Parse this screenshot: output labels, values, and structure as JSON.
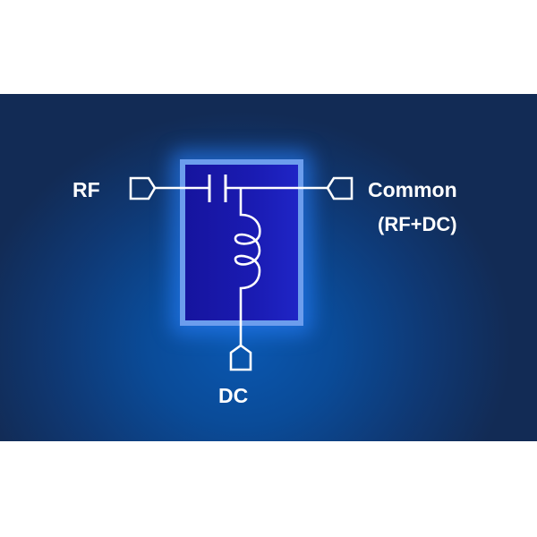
{
  "diagram": {
    "type": "bias-tee schematic",
    "colors": {
      "background_center": "#0a57b0",
      "background_edge": "#122b55",
      "component_box_fill": "#1a1bb2",
      "component_box_border": "#6c9ded",
      "glow": "#2882ff",
      "wire": "#ffffff",
      "text": "#ffffff",
      "page": "#ffffff"
    },
    "ports": {
      "rf": {
        "label": "RF",
        "icon": "port-connector-icon"
      },
      "common": {
        "label": "Common",
        "sublabel": "(RF+DC)",
        "icon": "port-connector-icon"
      },
      "dc": {
        "label": "DC",
        "icon": "port-connector-icon"
      }
    },
    "components": [
      {
        "name": "capacitor",
        "icon": "capacitor-icon",
        "between": [
          "RF",
          "Common"
        ]
      },
      {
        "name": "inductor",
        "icon": "inductor-icon",
        "between": [
          "Common",
          "DC"
        ]
      }
    ]
  }
}
